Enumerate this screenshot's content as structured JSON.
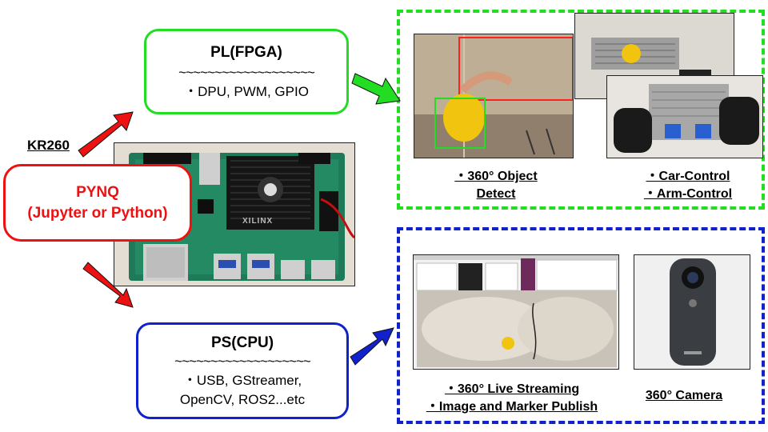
{
  "kr260_label": "KR260",
  "pynq": {
    "line1": "PYNQ",
    "line2": "(Jupyter or Python)"
  },
  "pl_box": {
    "title": "PL(FPGA)",
    "divider": "~~~~~~~~~~~~~~~~~~~",
    "items": "・DPU, PWM, GPIO"
  },
  "ps_box": {
    "title": "PS(CPU)",
    "divider": "~~~~~~~~~~~~~~~~~~~",
    "items_line1": "・USB, GStreamer,",
    "items_line2": "OpenCV, ROS2...etc"
  },
  "captions": {
    "object_detect_1": "・360° Object",
    "object_detect_2": "Detect",
    "car_control": "・Car-Control",
    "arm_control": "・Arm-Control",
    "live_streaming": "・360° Live Streaming",
    "marker_publish": "・Image and Marker Publish",
    "camera": "360° Camera"
  },
  "board_logo": "XILINX",
  "colors": {
    "green": "#22dd22",
    "blue": "#1122cc",
    "red": "#ee1111"
  }
}
